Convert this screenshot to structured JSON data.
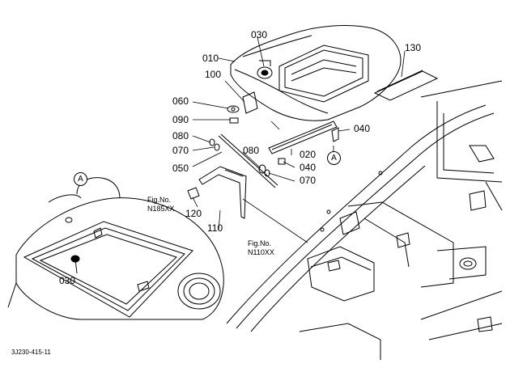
{
  "diagram": {
    "parts": [
      {
        "key": "p010",
        "label": "010"
      },
      {
        "key": "p020",
        "label": "020"
      },
      {
        "key": "p030a",
        "label": "030"
      },
      {
        "key": "p030b",
        "label": "030"
      },
      {
        "key": "p040a",
        "label": "040"
      },
      {
        "key": "p040b",
        "label": "040"
      },
      {
        "key": "p050",
        "label": "050"
      },
      {
        "key": "p060",
        "label": "060"
      },
      {
        "key": "p070a",
        "label": "070"
      },
      {
        "key": "p070b",
        "label": "070"
      },
      {
        "key": "p080a",
        "label": "080"
      },
      {
        "key": "p080b",
        "label": "080"
      },
      {
        "key": "p090",
        "label": "090"
      },
      {
        "key": "p100",
        "label": "100"
      },
      {
        "key": "p110",
        "label": "110"
      },
      {
        "key": "p120",
        "label": "120"
      },
      {
        "key": "p130",
        "label": "130"
      }
    ],
    "callouts": [
      {
        "key": "A1",
        "label": "A"
      },
      {
        "key": "A2",
        "label": "A"
      }
    ],
    "figure_refs": [
      {
        "key": "N185",
        "line1": "Fig.No.",
        "line2": "N185XX"
      },
      {
        "key": "N110",
        "line1": "Fig.No.",
        "line2": "N110XX"
      }
    ],
    "document_code": "3J230-415-11"
  },
  "colors": {
    "line": "#000000",
    "background": "#ffffff",
    "shade": "#d0d0d0"
  }
}
